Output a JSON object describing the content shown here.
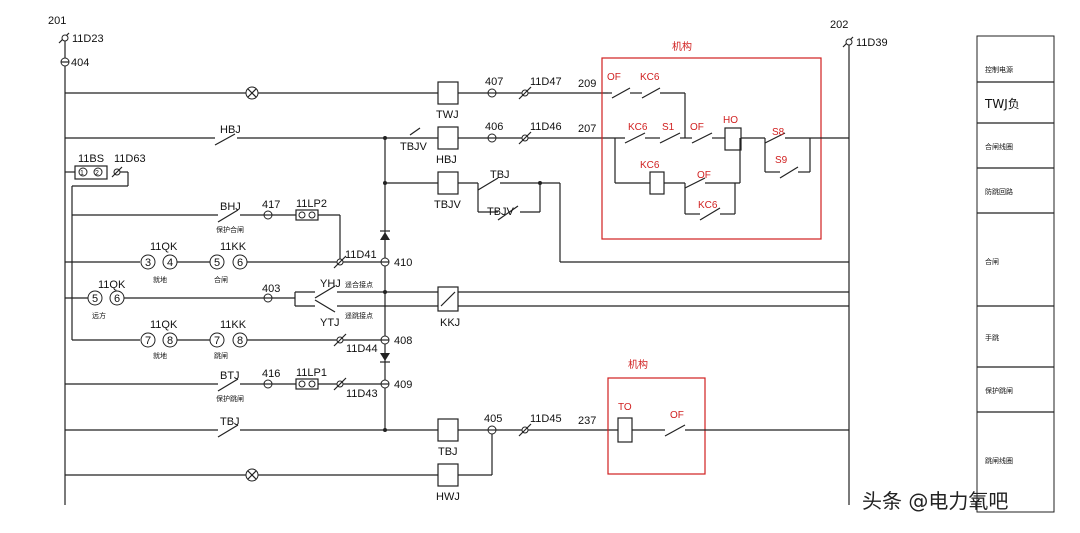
{
  "bus": {
    "left_number": "201",
    "left_terminal": "11D23",
    "left_fuse": "404",
    "right_number": "202",
    "right_terminal": "11D39"
  },
  "labels": {
    "hbj": "HBJ",
    "bs": "11BS",
    "bs_terminal": "11D63",
    "bhj": "BHJ",
    "bhj_sub": "保护合闸",
    "n417": "417",
    "lp2": "11LP2",
    "n11d41": "11D41",
    "n410": "410",
    "qk_a": "11QK",
    "kk_a": "11KK",
    "jiudi": "就地",
    "hezha": "合闸",
    "qk_b": "11QK",
    "yuanfang": "远方",
    "n403": "403",
    "yhj": "YHJ",
    "yhj_sub": "遥合接点",
    "ytj": "YTJ",
    "ytj_sub": "遥跳接点",
    "qk_c": "11QK",
    "kk_c": "11KK",
    "jiudi2": "就地",
    "tiaozha": "跳闸",
    "n11d44": "11D44",
    "n408": "408",
    "btj": "BTJ",
    "btj_sub": "保护跳闸",
    "n416": "416",
    "lp1": "11LP1",
    "n11d43": "11D43",
    "n409": "409",
    "tbj_left": "TBJ",
    "twj": "TWJ",
    "n407": "407",
    "n11d47": "11D47",
    "n209": "209",
    "tbjv": "TBJV",
    "hbj_coil": "HBJ",
    "n406": "406",
    "n11d46": "11D46",
    "n207": "207",
    "tbjv_coil": "TBJV",
    "tbj_contact": "TBJ",
    "tbjv_contact": "TBJV",
    "kkj": "KKJ",
    "tbj_coil": "TBJ",
    "n405": "405",
    "n11d45": "11D45",
    "n237": "237",
    "hwj": "HWJ"
  },
  "mechanism_top": {
    "title": "机构",
    "of1": "OF",
    "kc6_1": "KC6",
    "kc6_2": "KC6",
    "s1": "S1",
    "of2": "OF",
    "ho": "HO",
    "s8": "S8",
    "s9": "S9",
    "kc6_3": "KC6",
    "of3": "OF",
    "kc6_4": "KC6"
  },
  "mechanism_bottom": {
    "title": "机构",
    "to": "TO",
    "of": "OF"
  },
  "table": {
    "rows": [
      "控制电源",
      "TWJ负",
      "合闸线圈",
      "防跳回路",
      "合闸",
      "手跳",
      "保护跳闸",
      "跳闸线圈"
    ]
  },
  "watermark": "头条 @电力氧吧"
}
